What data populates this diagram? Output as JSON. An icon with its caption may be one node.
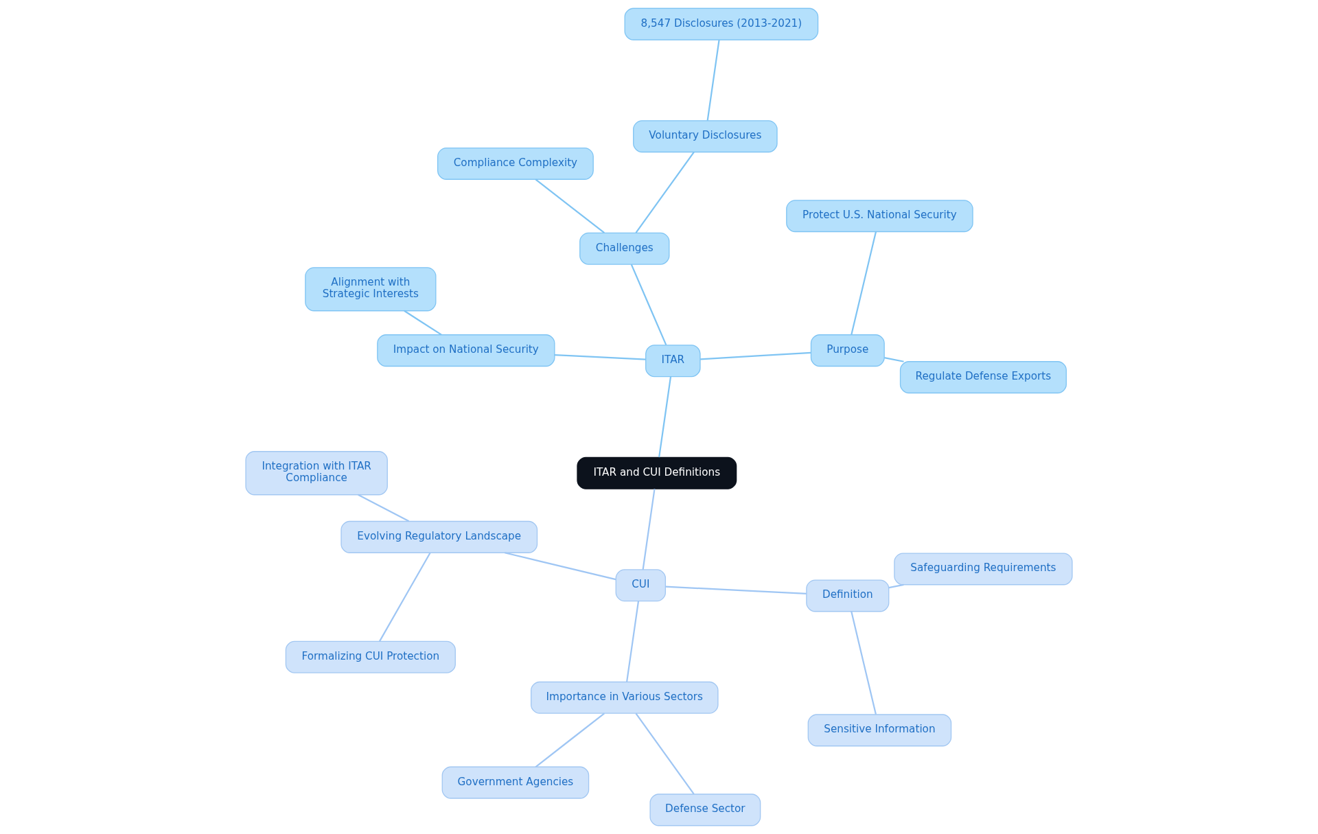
{
  "diagram": {
    "nodes": [
      {
        "text": [
          "ITAR and CUI Definitions"
        ]
      },
      {
        "text": [
          "ITAR"
        ]
      },
      {
        "text": [
          "Purpose"
        ]
      },
      {
        "text": [
          "Regulate Defense Exports"
        ]
      },
      {
        "text": [
          "Protect U.S. National Security"
        ]
      },
      {
        "text": [
          "Challenges"
        ]
      },
      {
        "text": [
          "Voluntary Disclosures"
        ]
      },
      {
        "text": [
          "8,547 Disclosures (2013-2021)"
        ]
      },
      {
        "text": [
          "Compliance Complexity"
        ]
      },
      {
        "text": [
          "Impact on National Security"
        ]
      },
      {
        "text": [
          "Alignment with Strategic Interests"
        ]
      },
      {
        "text": [
          "CUI"
        ]
      },
      {
        "text": [
          "Evolving Regulatory Landscape"
        ]
      },
      {
        "text": [
          "Integration with ITAR Compliance"
        ]
      },
      {
        "text": [
          "Formalizing CUI Protection"
        ]
      },
      {
        "text": [
          "Importance in Various Sectors"
        ]
      },
      {
        "text": [
          "Government Agencies"
        ]
      },
      {
        "text": [
          "Defense Sector"
        ]
      },
      {
        "text": [
          "Definition"
        ]
      },
      {
        "text": [
          "Sensitive Information"
        ]
      },
      {
        "text": [
          "Safeguarding Requirements"
        ]
      }
    ],
    "edges": [
      {
        "from": 0,
        "to": 1,
        "arrow": "none"
      },
      {
        "from": 1,
        "to": 2,
        "arrow": "none"
      },
      {
        "from": 2,
        "to": 3,
        "arrow": "none"
      },
      {
        "from": 2,
        "to": 4,
        "arrow": "none"
      },
      {
        "from": 1,
        "to": 5,
        "arrow": "none"
      },
      {
        "from": 5,
        "to": 6,
        "arrow": "none"
      },
      {
        "from": 6,
        "to": 7,
        "arrow": "none"
      },
      {
        "from": 5,
        "to": 8,
        "arrow": "none"
      },
      {
        "from": 1,
        "to": 9,
        "arrow": "none"
      },
      {
        "from": 9,
        "to": 10,
        "arrow": "none"
      },
      {
        "from": 0,
        "to": 11,
        "arrow": "none",
        "color": "#9fc6f4"
      },
      {
        "from": 11,
        "to": 12,
        "arrow": "none",
        "color": "#9fc6f4"
      },
      {
        "from": 12,
        "to": 13,
        "arrow": "none",
        "color": "#9fc6f4"
      },
      {
        "from": 12,
        "to": 14,
        "arrow": "none",
        "color": "#9fc6f4"
      },
      {
        "from": 11,
        "to": 15,
        "arrow": "none",
        "color": "#9fc6f4"
      },
      {
        "from": 15,
        "to": 16,
        "arrow": "none",
        "color": "#9fc6f4"
      },
      {
        "from": 15,
        "to": 17,
        "arrow": "none",
        "color": "#9fc6f4"
      },
      {
        "from": 11,
        "to": 18,
        "arrow": "none",
        "color": "#9fc6f4"
      },
      {
        "from": 18,
        "to": 19,
        "arrow": "none",
        "color": "#9fc6f4"
      },
      {
        "from": 18,
        "to": 20,
        "arrow": "none",
        "color": "#9fc6f4"
      }
    ]
  }
}
